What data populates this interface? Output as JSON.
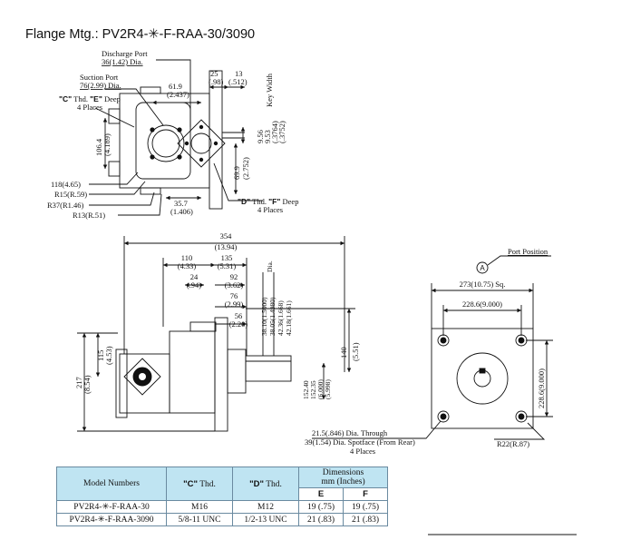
{
  "title": "Flange Mtg.: PV2R4-✳-F-RAA-30/3090",
  "top_view": {
    "discharge_port_label": "Discharge Port",
    "discharge_port_dia": "36(1.42) Dia.",
    "suction_port_label": "Suction Port",
    "suction_port_dia": "76(2.99) Dia.",
    "c_thd_q": "\"C\"",
    "c_thd_mid": " Thd. ",
    "e_q": "\"E\"",
    "deep_suffix": " Deep",
    "four_places_1": "4 Places",
    "dim_61_9": "61.9",
    "dim_2_437": "(2.437)",
    "dim_25": "25",
    "dim_98": "(.98)",
    "dim_13": "13",
    "dim_512": "(.512)",
    "key_width": "Key Width",
    "dim_9_56": "9.56",
    "dim_9_53": "9.53",
    "dim_3764": "(.3764)",
    "dim_3752": "(.3752)",
    "dim_106_4": "106.4",
    "dim_4_189": "(4.189)",
    "dim_69_9": "69.9",
    "dim_2_752": "(2.752)",
    "dim_118": "118(4.65)",
    "dim_r15": "R15(R.59)",
    "dim_r37": "R37(R1.46)",
    "dim_r13": "R13(R.51)",
    "dim_35_7": "35.7",
    "dim_1_406": "(1.406)",
    "d_q": "\"D\"",
    "f_q": "\"F\"",
    "four_places_2": "4 Places"
  },
  "side_view": {
    "dim_354": "354",
    "dim_13_94": "(13.94)",
    "dim_110": "110",
    "dim_4_33": "(4.33)",
    "dim_135": "135",
    "dim_5_31": "(5.31)",
    "dim_24": "24",
    "dim_94": "(.94)",
    "dim_92": "92",
    "dim_3_62": "(3.62)",
    "dim_76": "76",
    "dim_2_99": "(2.99)",
    "dim_56": "56",
    "dim_2_20": "(2.20)",
    "shaft_1": "38.10(1.5000)",
    "shaft_2": "38.05(1.4980)",
    "shaft_3": "42.36(1.668)",
    "shaft_4": "42.18(1.661)",
    "dia": "Dia.",
    "dim_217": "217",
    "dim_8_54": "(8.54)",
    "dim_115": "115",
    "dim_4_53": "(4.53)",
    "dim_140": "140",
    "dim_5_51": "(5.51)",
    "pilot_1": "152.40",
    "pilot_2": "152.35",
    "pilot_3": "(6.000)",
    "pilot_4": "(5.998)"
  },
  "front_view": {
    "port_position": "Port Position",
    "circle_a": "A",
    "dim_273": "273(10.75) Sq.",
    "dim_228_top": "228.6(9.000)",
    "dim_228_side": "228.6(9.000)",
    "dim_r22": "R22(R.87)",
    "hole_1": "21.5(.846) Dia. Through",
    "hole_2": "39(1.54) Dia. Spotface (From Rear)",
    "hole_3": "4 Places"
  },
  "table": {
    "headers": {
      "model": "Model Numbers",
      "c_q": "\"C\"",
      "c_rest": " Thd.",
      "d_q": "\"D\"",
      "d_rest": " Thd.",
      "dims_1": "Dimensions",
      "dims_2": "mm (Inches)",
      "e": "E",
      "f": "F"
    },
    "rows": [
      {
        "model": "PV2R4-✳-F-RAA-30",
        "c": "M16",
        "d": "M12",
        "e": "19 (.75)",
        "f": "19 (.75)"
      },
      {
        "model": "PV2R4-✳-F-RAA-3090",
        "c": "5/8-11 UNC",
        "d": "1/2-13 UNC",
        "e": "21 (.83)",
        "f": "21 (.83)"
      }
    ]
  }
}
